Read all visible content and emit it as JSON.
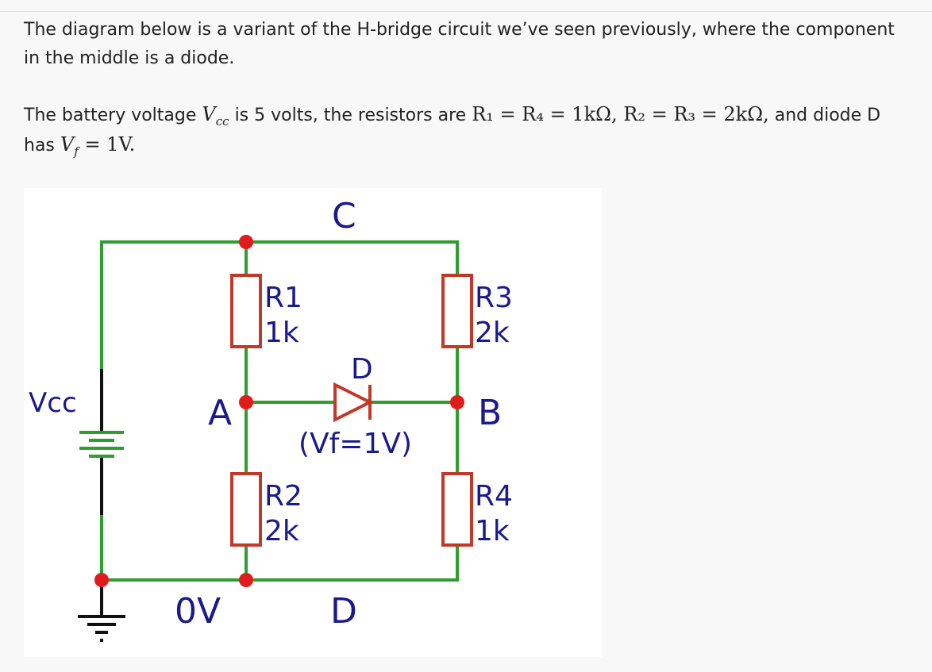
{
  "text": {
    "para1": "The diagram below is a variant of the H-bridge circuit we’ve seen previously, where the component in the middle is a diode.",
    "para2_prefix": "The battery voltage",
    "vcc_symbol": "V",
    "vcc_sub": "cc",
    "para2_mid1": "is 5 volts, the resistors are",
    "eq_resistors": "R₁ = R₄ = 1kΩ, R₂ = R₃ = 2kΩ,",
    "para2_mid2": "and diode D has",
    "vf_symbol": "V",
    "vf_sub": "f",
    "eq_vf": "= 1V."
  },
  "circuit": {
    "node_c": "C",
    "node_a": "A",
    "node_b": "B",
    "node_d_bottom": "D",
    "ground_label": "0V",
    "battery_label": "Vcc",
    "diode_label": "D",
    "diode_note": "(Vf=1V)",
    "resistors": [
      {
        "name": "R1",
        "value": "1k"
      },
      {
        "name": "R2",
        "value": "2k"
      },
      {
        "name": "R3",
        "value": "2k"
      },
      {
        "name": "R4",
        "value": "1k"
      }
    ],
    "colors": {
      "wire": "#2f9e2f",
      "component": "#c0392b",
      "junction": "#e01b1b",
      "label": "#1a1a8c",
      "battery_line": "#111111"
    }
  }
}
